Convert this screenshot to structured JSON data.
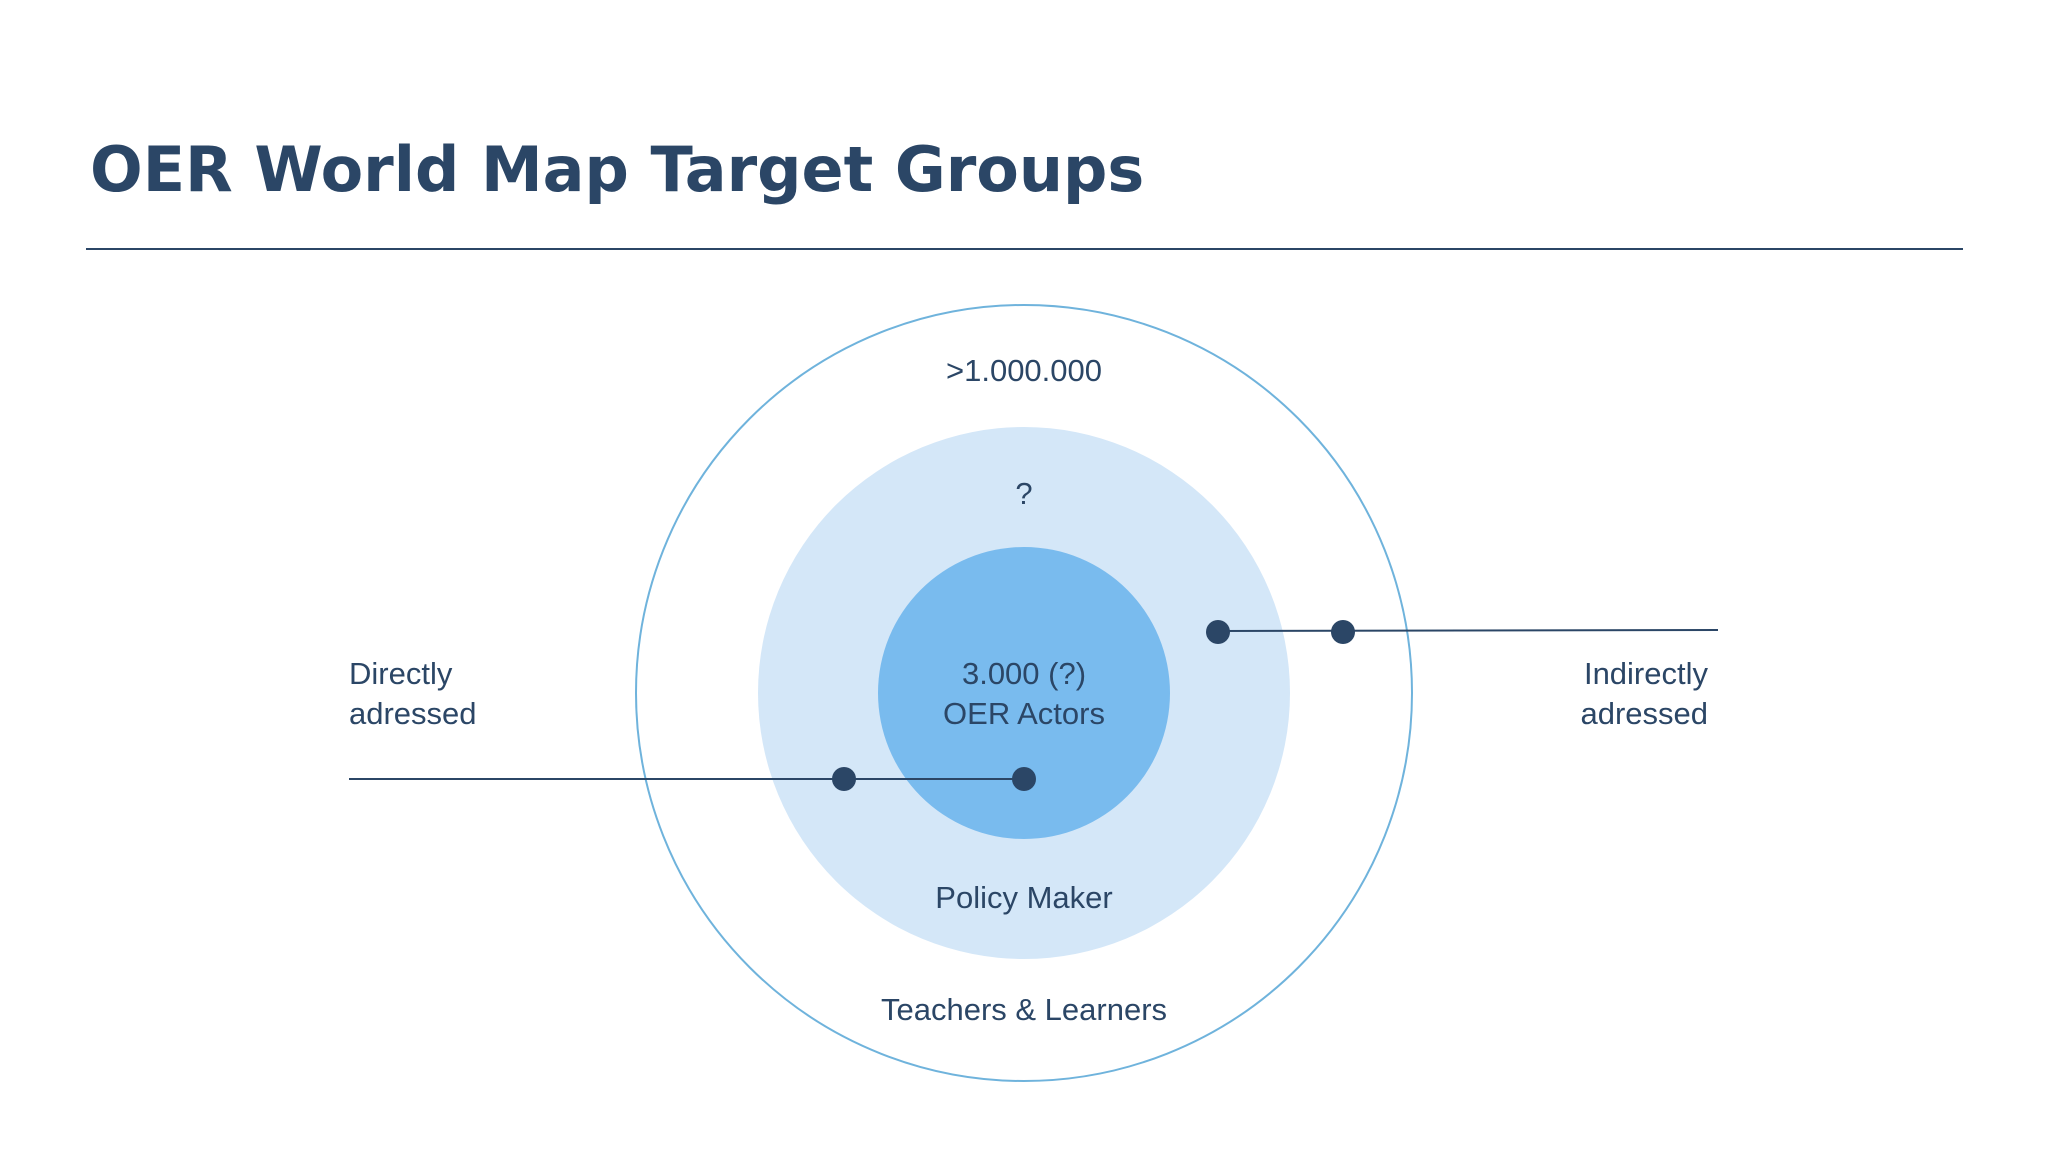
{
  "slide": {
    "title": "OER World Map Target Groups"
  },
  "diagram": {
    "outer_ring": {
      "count": ">1.000.000",
      "group": "Teachers & Learners"
    },
    "middle_ring": {
      "count": "?",
      "group": "Policy Maker"
    },
    "inner_circle": {
      "count": "3.000 (?)",
      "group": "OER Actors"
    },
    "left_callout": {
      "line1": "Directly",
      "line2": "adressed"
    },
    "right_callout": {
      "line1": "Indirectly",
      "line2": "adressed"
    }
  },
  "colors": {
    "text": "#2b4666",
    "outer_ring_stroke": "#6fb3dc",
    "middle_ring_fill": "#d4e7f8",
    "inner_circle_fill": "#79bbee",
    "connector": "#2b4666"
  }
}
